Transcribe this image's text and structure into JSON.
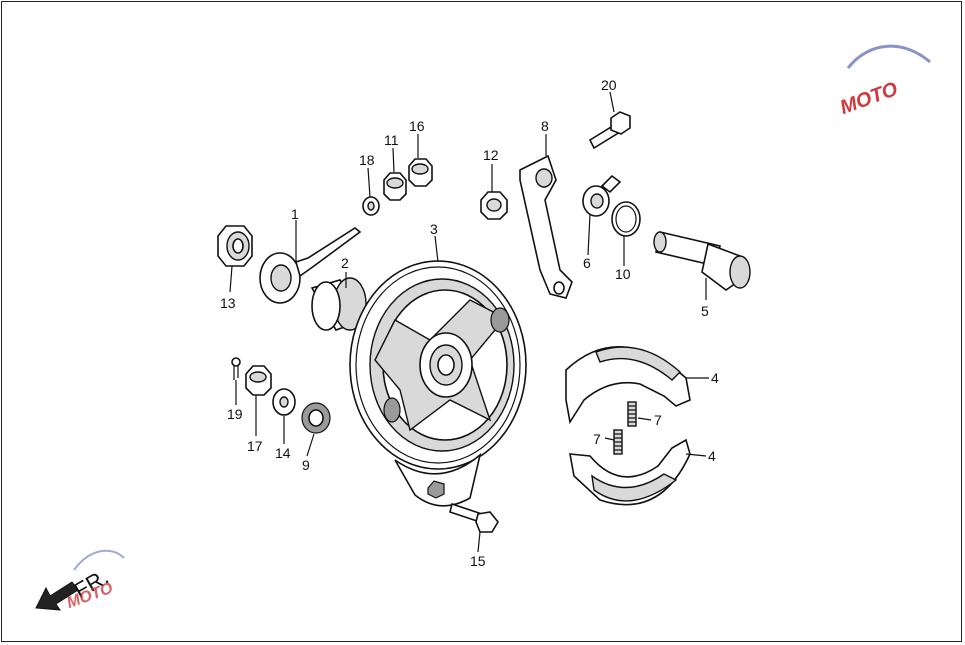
{
  "callouts": [
    {
      "id": "c1",
      "text": "1"
    },
    {
      "id": "c2",
      "text": "2"
    },
    {
      "id": "c3",
      "text": "3"
    },
    {
      "id": "c4a",
      "text": "4"
    },
    {
      "id": "c4b",
      "text": "4"
    },
    {
      "id": "c5",
      "text": "5"
    },
    {
      "id": "c6",
      "text": "6"
    },
    {
      "id": "c7a",
      "text": "7"
    },
    {
      "id": "c7b",
      "text": "7"
    },
    {
      "id": "c8",
      "text": "8"
    },
    {
      "id": "c9",
      "text": "9"
    },
    {
      "id": "c10",
      "text": "10"
    },
    {
      "id": "c11",
      "text": "11"
    },
    {
      "id": "c12",
      "text": "12"
    },
    {
      "id": "c13",
      "text": "13"
    },
    {
      "id": "c14",
      "text": "14"
    },
    {
      "id": "c15",
      "text": "15"
    },
    {
      "id": "c16",
      "text": "16"
    },
    {
      "id": "c17",
      "text": "17"
    },
    {
      "id": "c18",
      "text": "18"
    },
    {
      "id": "c19",
      "text": "19"
    },
    {
      "id": "c20",
      "text": "20"
    }
  ],
  "direction_label": "FR.",
  "watermark": {
    "text": "MOTO",
    "colors": {
      "primary": "#d0393b",
      "secondary": "#8a93c8"
    }
  }
}
